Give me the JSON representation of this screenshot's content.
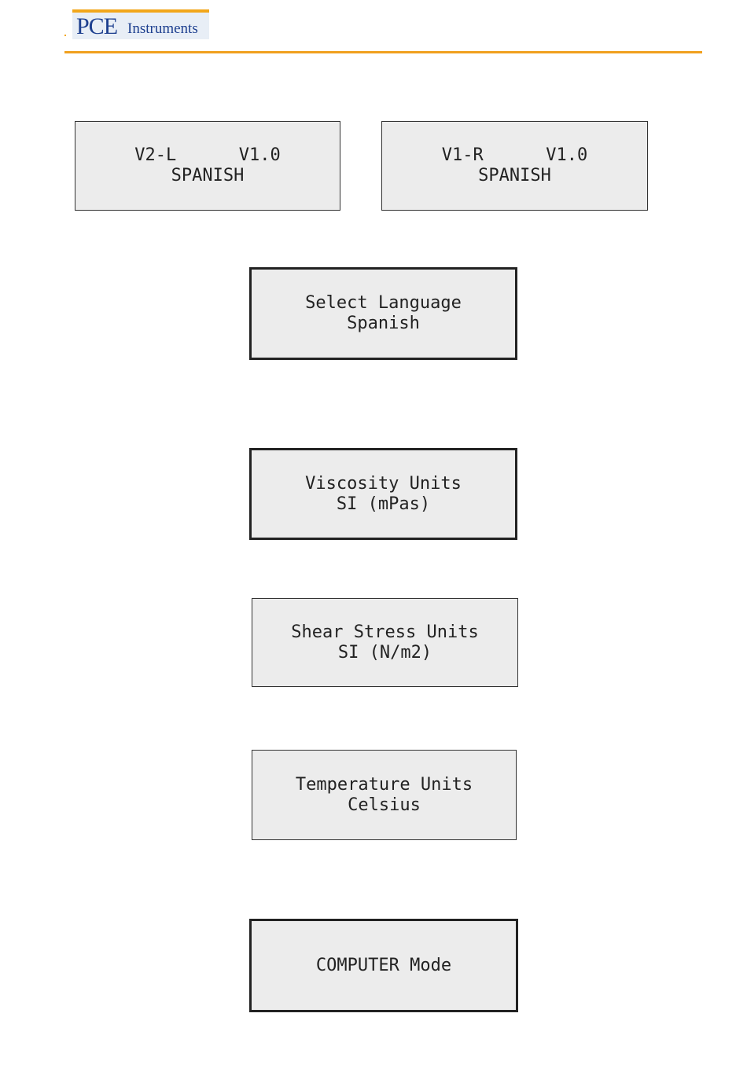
{
  "header": {
    "logo_main": "PCE",
    "logo_sub": "Instruments"
  },
  "screens": [
    {
      "line1": "V2-L      V1.0",
      "line2": "SPANISH"
    },
    {
      "line1": "V1-R      V1.0",
      "line2": "SPANISH"
    },
    {
      "line1": "Select Language",
      "line2": "Spanish"
    },
    {
      "line1": "Viscosity Units",
      "line2": "SI (mPas)"
    },
    {
      "line1": "Shear Stress Units",
      "line2": "SI (N/m2)"
    },
    {
      "line1": "Temperature Units",
      "line2": "Celsius"
    },
    {
      "line1": "COMPUTER Mode",
      "line2": ""
    }
  ]
}
